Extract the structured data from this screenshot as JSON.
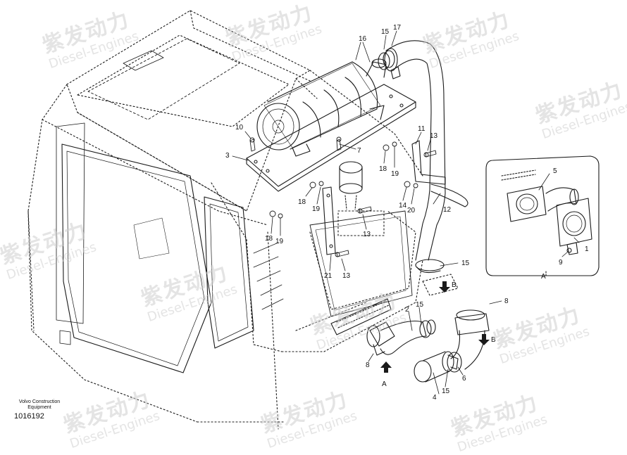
{
  "footer": {
    "brand_line1": "Volvo Construction",
    "brand_line2": "Equipment",
    "doc_number": "1016192"
  },
  "watermark": {
    "cn": "紫发动力",
    "en": "Diesel-Engines"
  },
  "view_labels": {
    "a_main": "A",
    "a_inset": "A",
    "b_upper": "B",
    "b_lower": "B"
  },
  "callouts": [
    "16",
    "15",
    "17",
    "10",
    "3",
    "7",
    "11",
    "13",
    "18",
    "19",
    "18",
    "19",
    "14",
    "20",
    "12",
    "18",
    "19",
    "13",
    "13",
    "21",
    "5",
    "1",
    "9",
    "15",
    "2",
    "15",
    "8",
    "8",
    "15",
    "4",
    "6"
  ],
  "colors": {
    "line": "#1a1a1a",
    "watermark": "#cfcfcf"
  }
}
